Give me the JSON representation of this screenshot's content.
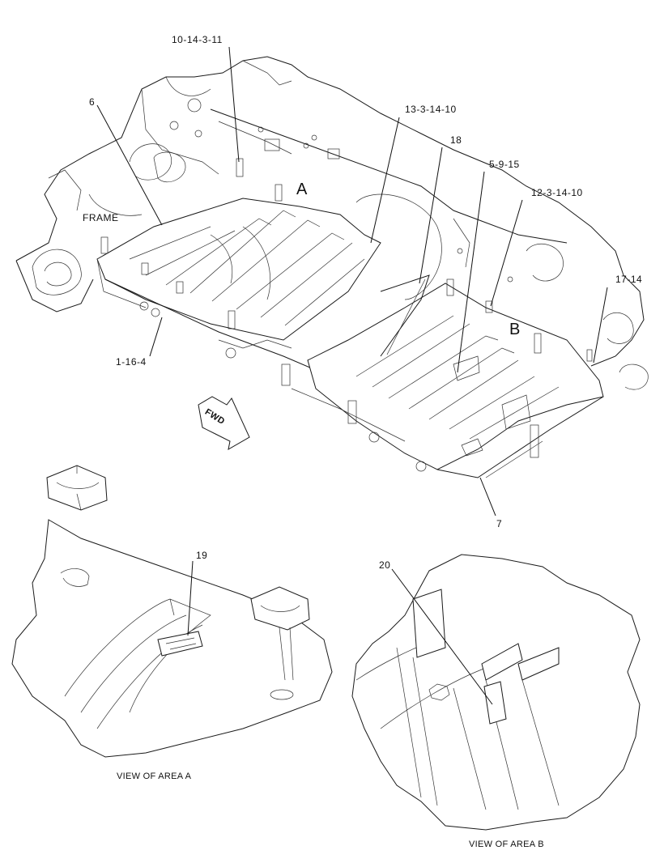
{
  "callouts": {
    "c_10_14_3_11": "10-14-3-11",
    "c_6": "6",
    "c_13_3_14_10": "13-3-14-10",
    "c_18": "18",
    "c_5_9_15": "5-9-15",
    "c_12_3_14_10": "12-3-14-10",
    "c_17_14": "17-14",
    "c_1_16_4": "1-16-4",
    "c_7": "7",
    "c_19": "19",
    "c_20": "20"
  },
  "labels": {
    "frame": "FRAME",
    "area_a": "A",
    "area_b": "B",
    "fwd": "FWD"
  },
  "captions": {
    "view_a": "VIEW OF AREA  A",
    "view_b": "VIEW OF AREA  B"
  },
  "colors": {
    "line": "#1a1a1a",
    "background": "#ffffff"
  }
}
